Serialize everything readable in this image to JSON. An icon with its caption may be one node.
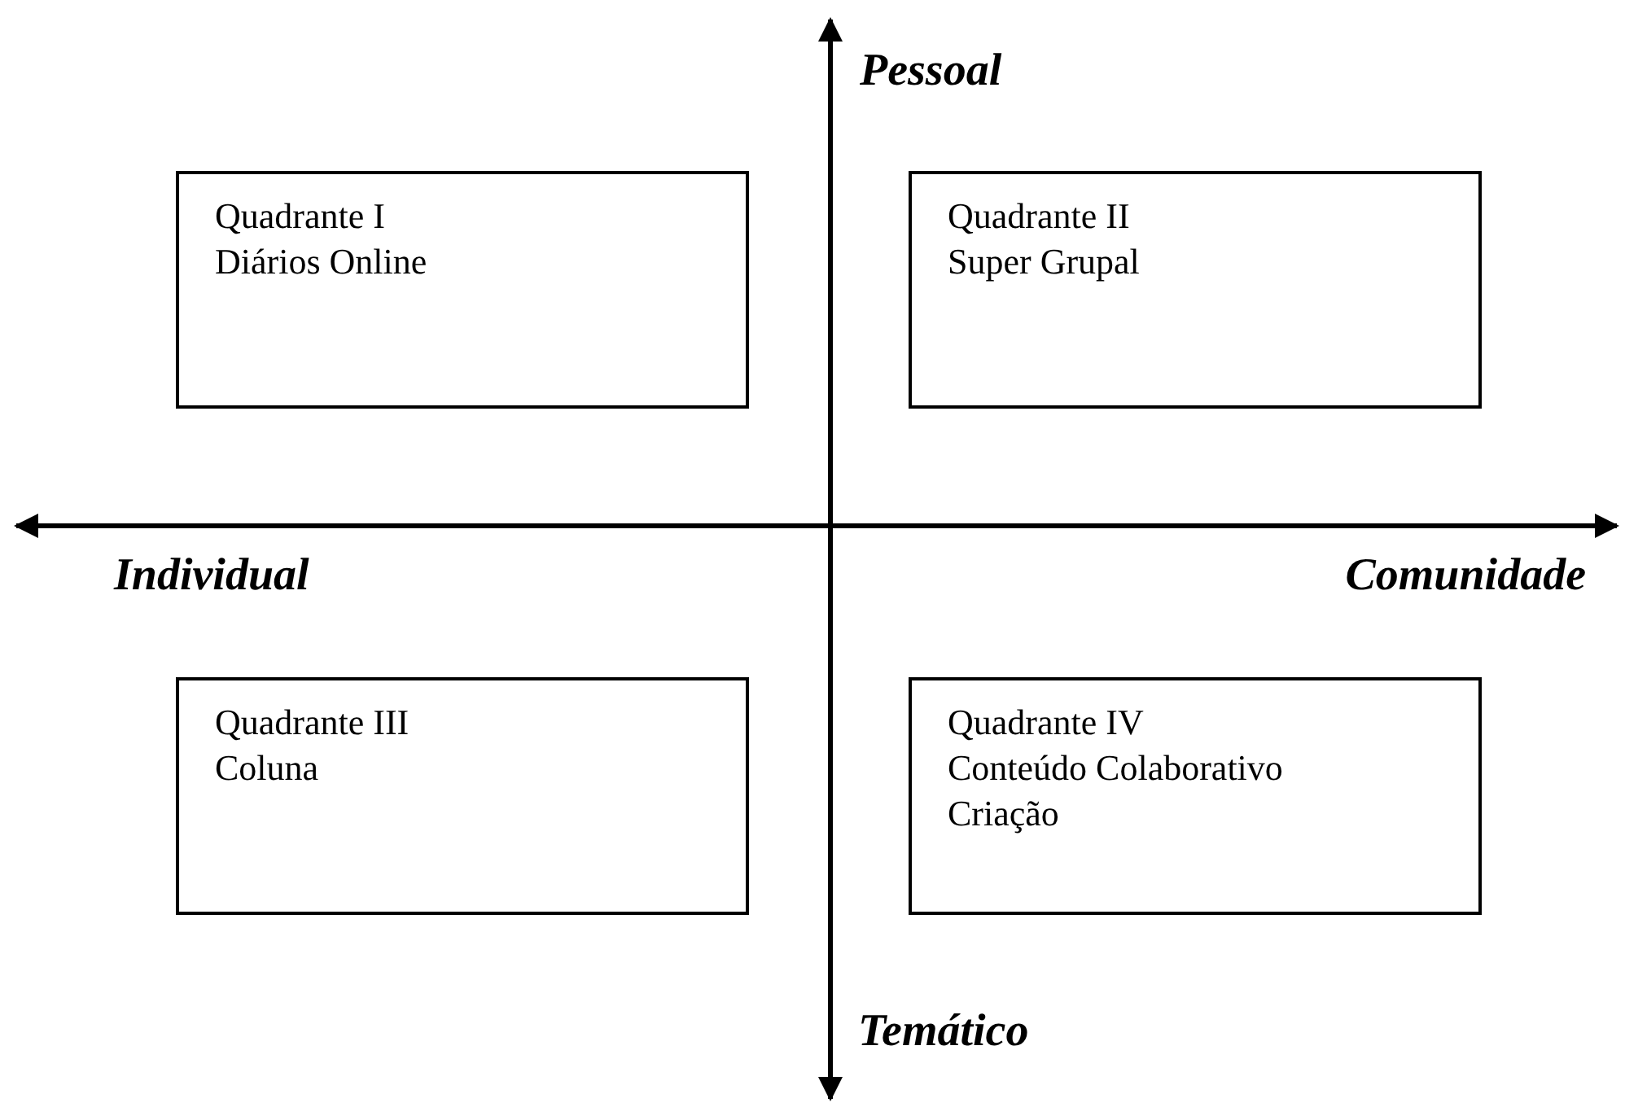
{
  "diagram": {
    "nodes": [
      {
        "text": [
          "Quadrante I",
          "Diários Online"
        ]
      },
      {
        "text": [
          "Quadrante II",
          "Super Grupal"
        ]
      },
      {
        "text": [
          "Quadrante III",
          "Coluna"
        ]
      },
      {
        "text": [
          "Quadrante IV",
          "Conteúdo Colaborativo",
          "Criação"
        ]
      }
    ],
    "edges": [],
    "labels": [
      "Pessoal",
      "Individual",
      "Comunidade",
      "Temático"
    ]
  }
}
